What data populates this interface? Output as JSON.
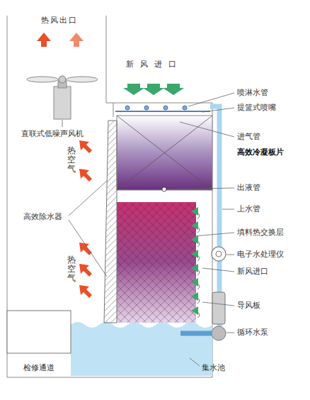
{
  "diagram": {
    "labels": [
      "热风出口",
      "新风进口",
      "喷淋水管",
      "提篮式喷嘴",
      "进气管",
      "高效冷凝板片",
      "出液管",
      "上水管",
      "直联式低噪声风机",
      "热空气",
      "高效除水器",
      "填料热交换层",
      "电子水处理仪",
      "新风进口",
      "热空气",
      "导风板",
      "循环水泵",
      "检修通道",
      "集水池"
    ]
  }
}
